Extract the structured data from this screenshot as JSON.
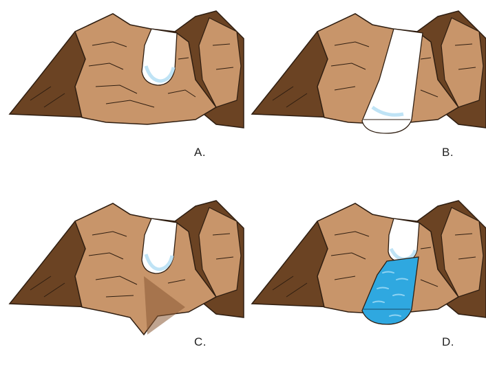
{
  "colors": {
    "rock_light": "#c8956a",
    "rock_dark": "#6b4323",
    "rock_shadow": "#8a5a35",
    "crack": "#2e1d10",
    "ice": "#ffffff",
    "ice_shade": "#bfe3f5",
    "water": "#2fa8e0",
    "water_light": "#8fd3f2"
  },
  "panels": [
    {
      "label": "A.",
      "stage": "glacier-in-upper-valley"
    },
    {
      "label": "B.",
      "stage": "glacier-fills-valley"
    },
    {
      "label": "C.",
      "stage": "glacier-retreats-v-valley"
    },
    {
      "label": "D.",
      "stage": "glacier-melts-into-lake"
    }
  ]
}
